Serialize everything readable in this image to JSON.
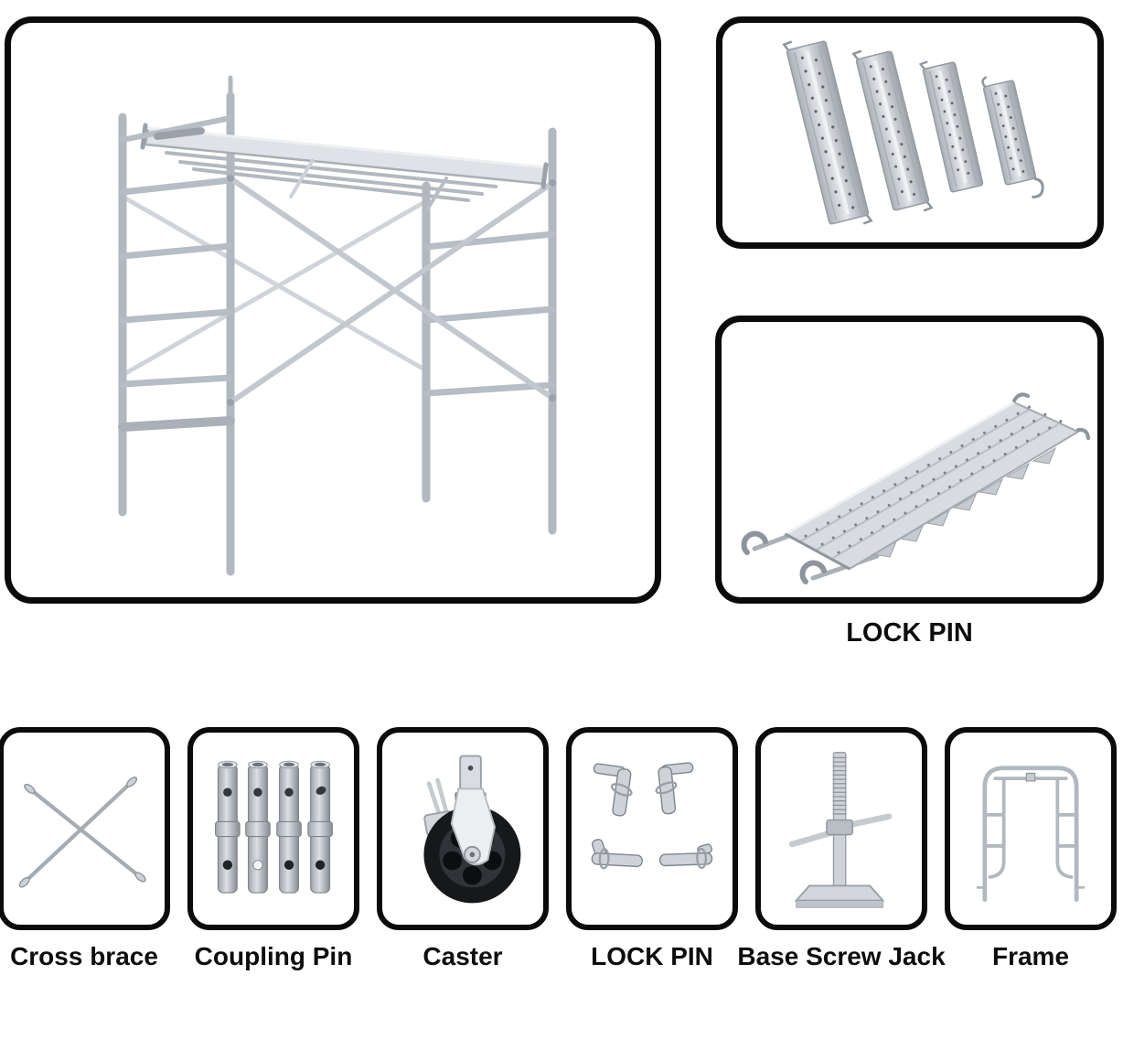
{
  "collage": {
    "captions": {
      "mid_right": "LOCK PIN"
    },
    "parts": [
      {
        "label": "Cross brace",
        "image": "cross-brace-photo"
      },
      {
        "label": "Coupling Pin",
        "image": "coupling-pin-photo"
      },
      {
        "label": "Caster",
        "image": "caster-photo"
      },
      {
        "label": "LOCK PIN",
        "image": "lock-pin-photo"
      },
      {
        "label": "Base Screw Jack",
        "image": "base-screw-jack-photo"
      },
      {
        "label": "Frame",
        "image": "walk-through-frame-photo"
      }
    ],
    "gallery": {
      "main": "scaffolding-frame-set-photo",
      "top_right": "perforated-steel-planks-photo",
      "mid_right": "hooked-steel-plank-photo"
    },
    "colors": {
      "background": "#ffffff",
      "border": "#0b0b0b",
      "text": "#0d0d0d",
      "metal_light": "#e6e9ec",
      "metal_mid": "#c3c8ce",
      "metal_dark": "#8f959c",
      "tire_black": "#17181a"
    }
  }
}
